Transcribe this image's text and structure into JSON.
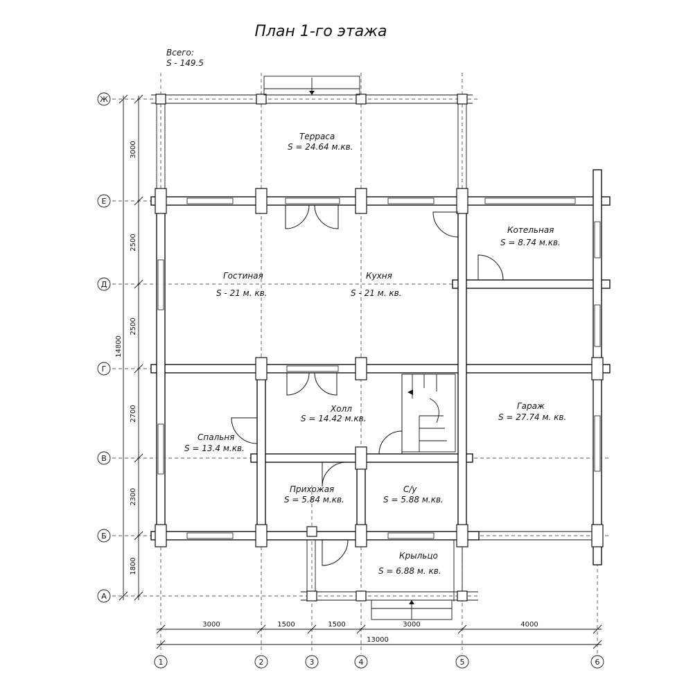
{
  "title": "План 1-го этажа",
  "total": {
    "label": "Всего:",
    "area": "S   -   149.5"
  },
  "rooms": [
    {
      "id": "terrace",
      "name": "Терраса",
      "area": "S   = 24.64 м.кв."
    },
    {
      "id": "boiler",
      "name": "Котельная",
      "area": "S   = 8.74 м.кв."
    },
    {
      "id": "living",
      "name": "Гостиная",
      "area": "S   - 21 м. кв."
    },
    {
      "id": "kitchen",
      "name": "Кухня",
      "area": "S   - 21 м. кв."
    },
    {
      "id": "hall",
      "name": "Холл",
      "area": "S   = 14.42 м.кв."
    },
    {
      "id": "garage",
      "name": "Гараж",
      "area": "S   =   27.74  м. кв."
    },
    {
      "id": "bedroom",
      "name": "Спальня",
      "area": "S   = 13.4 м.кв."
    },
    {
      "id": "entrance",
      "name": "Прихожая",
      "area": "S   = 5.84 м.кв."
    },
    {
      "id": "wc",
      "name": "С/у",
      "area": "S   = 5.88 м.кв."
    },
    {
      "id": "porch",
      "name": "Крыльцо",
      "area": "S   = 6.88 м. кв."
    }
  ],
  "axes_rows": [
    "Ж",
    "Е",
    "Д",
    "Г",
    "В",
    "Б",
    "А"
  ],
  "axes_cols": [
    "1",
    "2",
    "3",
    "4",
    "5",
    "6"
  ],
  "dims_vertical": [
    "3000",
    "2500",
    "2500",
    "2700",
    "2300",
    "1800"
  ],
  "dim_vertical_total": "14800",
  "dims_horizontal": [
    "3000",
    "1500",
    "1500",
    "3000",
    "4000"
  ],
  "dim_horizontal_total": "13000"
}
